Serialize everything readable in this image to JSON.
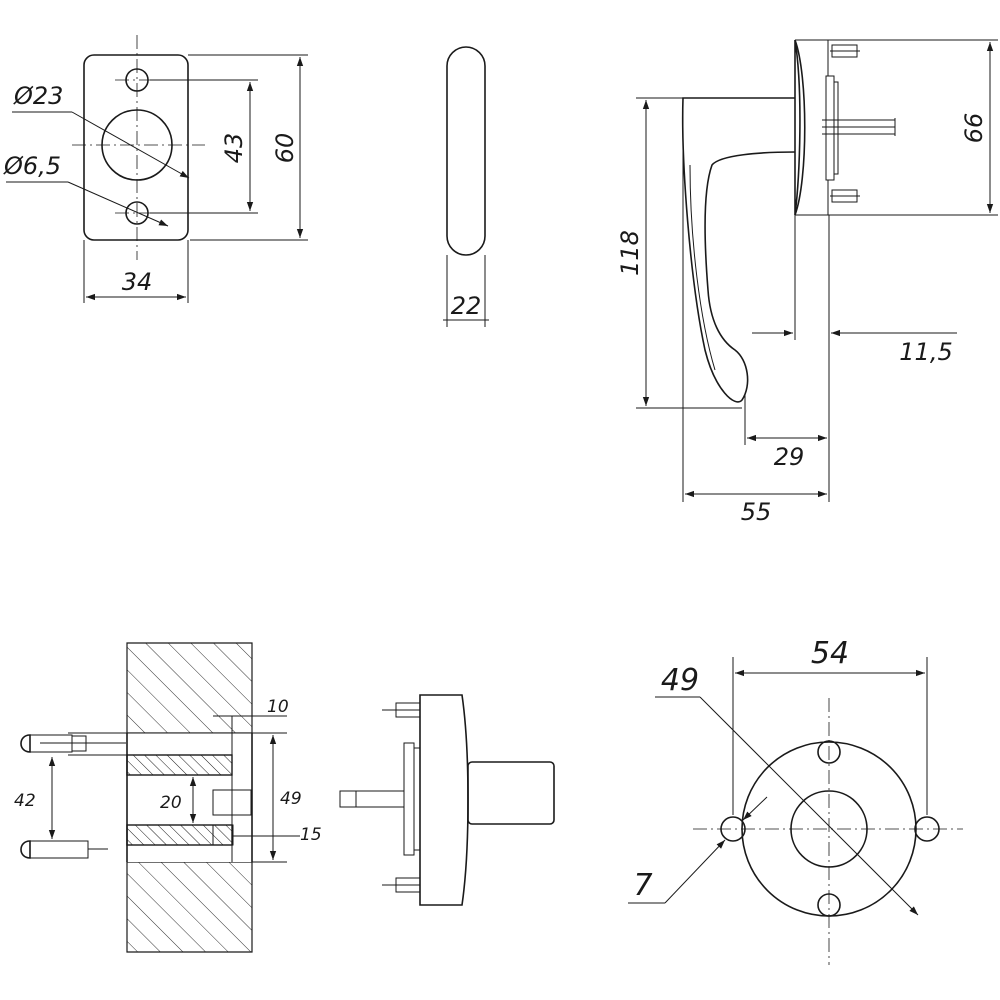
{
  "views": {
    "backplate_front": {
      "dim_bore_diameter": "Ø23",
      "dim_hole_diameter": "Ø6,5",
      "dim_hole_spacing": "43",
      "dim_height": "60",
      "dim_width": "34"
    },
    "backplate_side": {
      "dim_thickness": "22"
    },
    "handle_side": {
      "dim_height": "118",
      "dim_rose_height": "66",
      "dim_spindle_offset": "11,5",
      "dim_grip": "29",
      "dim_projection": "55"
    },
    "section": {
      "dim_10": "10",
      "dim_42": "42",
      "dim_20": "20",
      "dim_49": "49",
      "dim_15": "15"
    },
    "rose_front": {
      "dim_width": "54",
      "dim_diameter": "49",
      "dim_hole": "7"
    }
  },
  "colors": {
    "line": "#1a1a1a",
    "background": "#ffffff"
  }
}
